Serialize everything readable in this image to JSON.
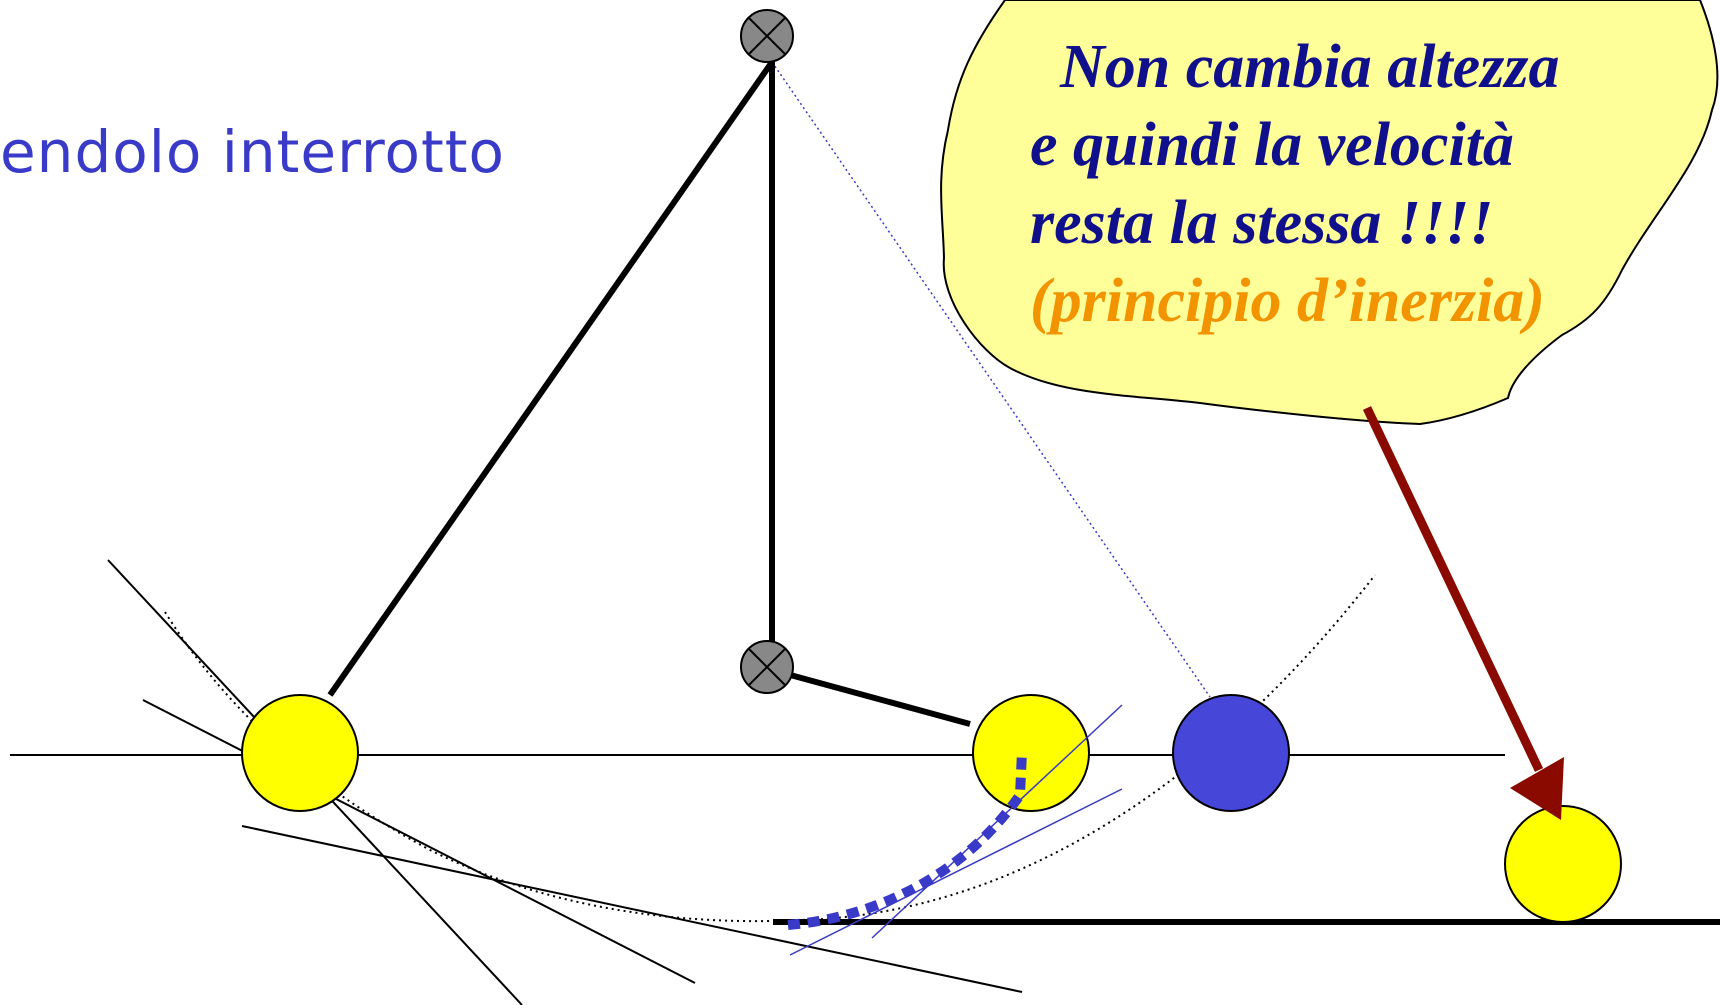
{
  "title": "endolo interrotto",
  "callout": {
    "line1": "Non cambia altezza",
    "line2": "e quindi la velocità",
    "line3": "resta la stessa !!!!",
    "note": "(principio d’inerzia)"
  },
  "colors": {
    "title": "#3a3ac8",
    "callout_fill": "#ffff99",
    "callout_text": "#10108c",
    "callout_note": "#f29400",
    "ball_yellow": "#ffff00",
    "ball_blue": "#4646d8",
    "arrow": "#8b0a00",
    "pivot": "#888888",
    "guide_blue": "#3a3ac8"
  },
  "icons": {
    "pivot": "circle-x-icon"
  }
}
